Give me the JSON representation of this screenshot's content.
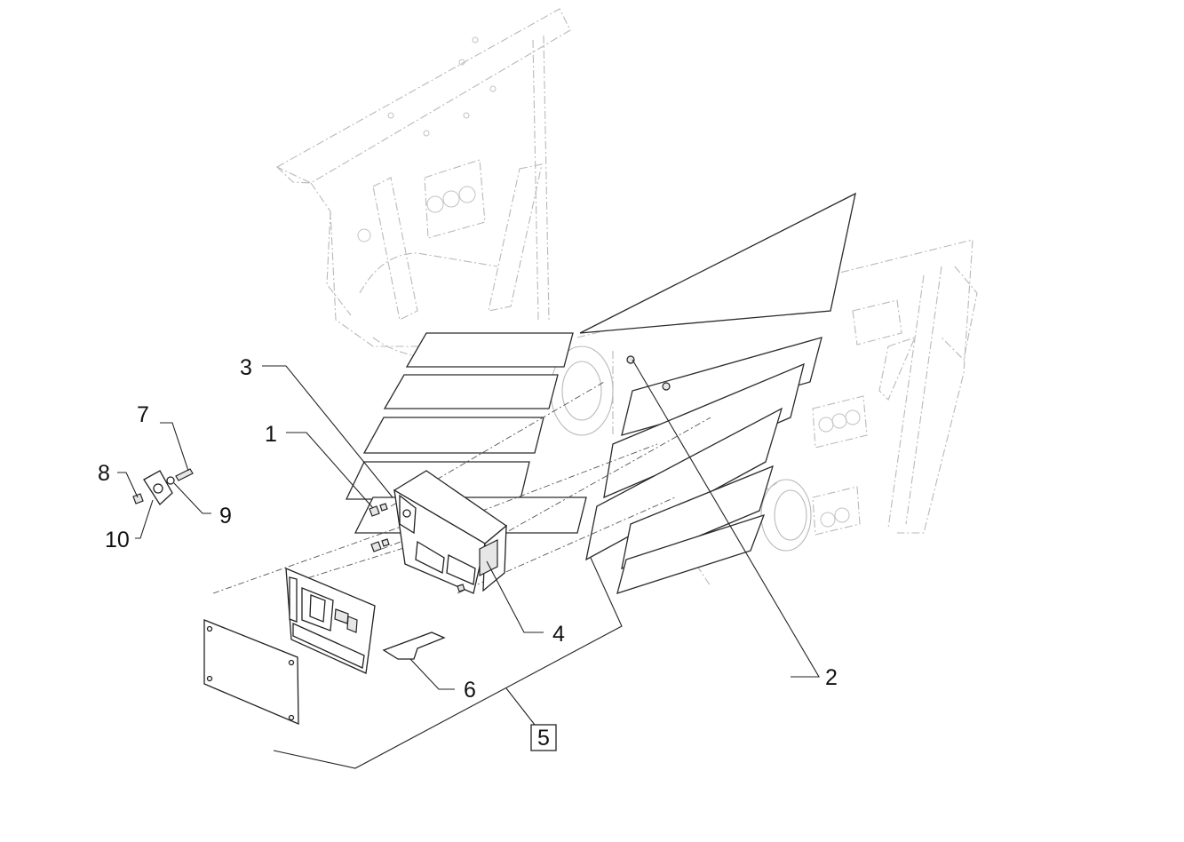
{
  "callouts": [
    {
      "id": "1",
      "label": "1"
    },
    {
      "id": "2",
      "label": "2"
    },
    {
      "id": "3",
      "label": "3"
    },
    {
      "id": "4",
      "label": "4"
    },
    {
      "id": "5",
      "label": "5",
      "boxed": true
    },
    {
      "id": "6",
      "label": "6"
    },
    {
      "id": "7",
      "label": "7"
    },
    {
      "id": "8",
      "label": "8"
    },
    {
      "id": "9",
      "label": "9"
    },
    {
      "id": "10",
      "label": "10"
    }
  ],
  "colors": {
    "background": "#ffffff",
    "linework": "#222222",
    "ghost_frame": "#b9b9b9"
  }
}
